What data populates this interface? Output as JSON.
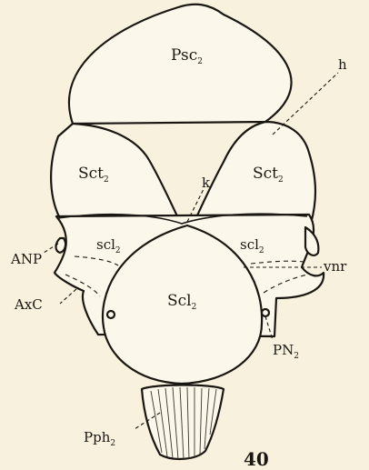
{
  "labels": {
    "Psc2": "Psc",
    "h": "h",
    "Sct2_left": "Sct",
    "Sct2_right": "Sct",
    "k": "k",
    "ANP": "ANP",
    "scl2_left": "scl",
    "scl2_right": "scl",
    "vnr": "vnr",
    "AxC": "AxC",
    "Scl2": "Scl",
    "PN2": "PN",
    "Pph2": "Pph",
    "sub2": "2"
  },
  "figure_number": "40"
}
